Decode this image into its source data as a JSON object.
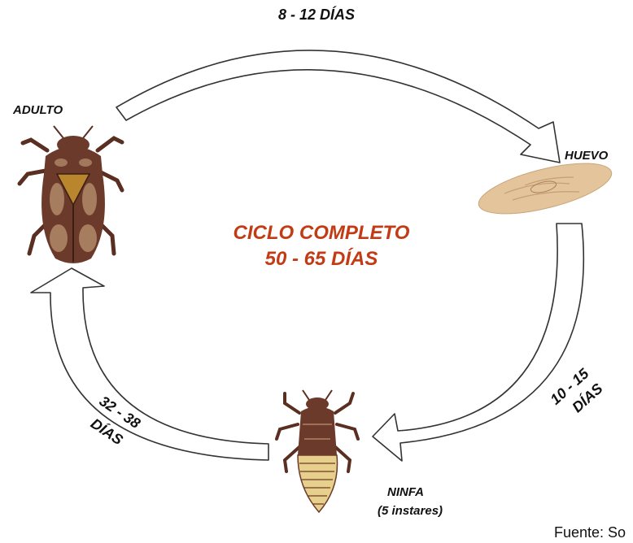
{
  "colors": {
    "center_text": "#c23b14",
    "arrow_fill": "#ffffff",
    "arrow_stroke": "#333333",
    "beetle_body": "#6b3a2a",
    "beetle_spot": "#d8b58c",
    "egg": "#e4c49b",
    "nymph_abdomen": "#e7d08c"
  },
  "stages": {
    "adult": "ADULTO",
    "egg": "HUEVO",
    "nymph": "NINFA",
    "nymph_note": "(5 instares)"
  },
  "durations": {
    "adult_to_egg": "8 - 12 DÍAS",
    "egg_to_nymph_1": "10 - 15",
    "egg_to_nymph_2": "DÍAS",
    "nymph_to_adult_1": "32 - 38",
    "nymph_to_adult_2": "DÍAS"
  },
  "center": {
    "line1": "CICLO COMPLETO",
    "line2": "50 - 65 DÍAS"
  },
  "source": "Fuente: So"
}
